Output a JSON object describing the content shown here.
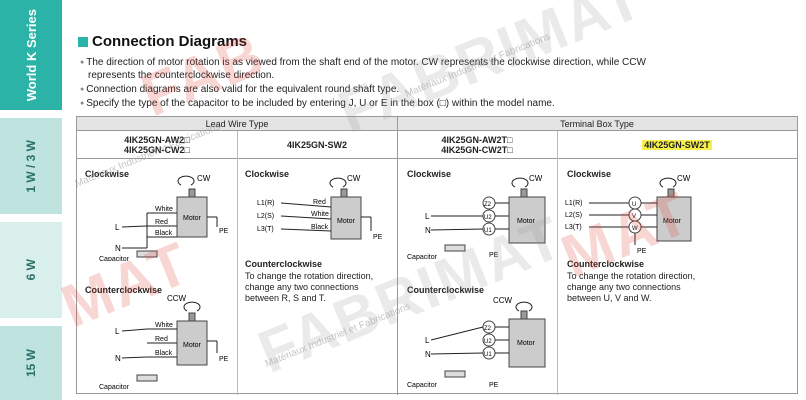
{
  "sidebar": {
    "series_label": "World K Series",
    "tabs": [
      "1 W / 3 W",
      "6 W",
      "15 W"
    ]
  },
  "page": {
    "title": "Connection Diagrams",
    "bullets": [
      "The direction of motor rotation is as viewed from the shaft end of the motor. CW represents the clockwise direction, while CCW",
      "Connection diagrams are also valid for the equivalent round shaft type.",
      "Specify the type of the capacitor to be included by entering J, U or E in the box (□) within the model name."
    ],
    "bullet1_cont": "represents the counterclockwise direction."
  },
  "table": {
    "group_headers": [
      "Lead Wire Type",
      "Terminal Box Type"
    ],
    "models": {
      "col1_a": "4IK25GN-AW2□",
      "col1_b": "4IK25GN-CW2□",
      "col2": "4IK25GN-SW2",
      "col3_a": "4IK25GN-AW2T□",
      "col3_b": "4IK25GN-CW2T□",
      "col4": "4IK25GN-SW2T"
    },
    "clockwise": "Clockwise",
    "counterclockwise": "Counterclockwise",
    "cw": "CW",
    "ccw": "CCW",
    "motor": "Motor",
    "capacitor": "Capacitor",
    "pe": "PE",
    "wire_white": "White",
    "wire_red": "Red",
    "wire_black": "Black",
    "L": "L",
    "N": "N",
    "L1R": "L1(R)",
    "L2S": "L2(S)",
    "L3T": "L3(T)",
    "t_z2": "Z2",
    "t_u2": "U2",
    "t_u1": "U1",
    "t_u": "U",
    "t_v": "V",
    "t_w": "W",
    "ccw_note_sw2": "To change the rotation direction, change any two connections between R, S and T.",
    "ccw_note_sw2t": "To change the rotation direction, change any two connections between U, V and W."
  },
  "watermark": {
    "brand": "FABRIMAT",
    "sub": "Matériaux Industriel et Fabrications"
  }
}
